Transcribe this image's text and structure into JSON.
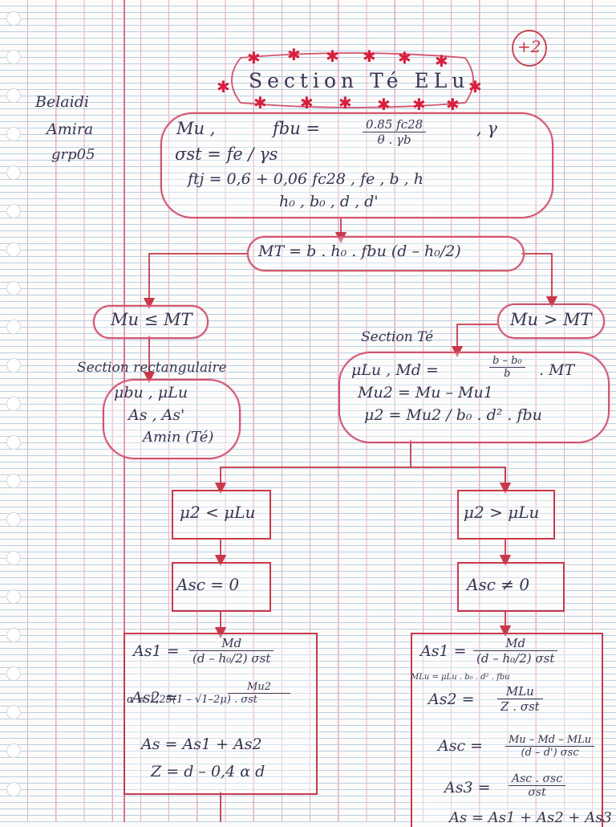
{
  "colors": {
    "ink": "#3a3550",
    "red": "#c8384a",
    "cloud": "#d2546e"
  },
  "author": {
    "line1": "Belaidi",
    "line2": "Amira",
    "line3": "grp05"
  },
  "corner_mark": "+2",
  "title": "Section Té ELu",
  "inputs": {
    "mu": "Mu ,",
    "fbu_lhs": "fbu =",
    "fbu_num": "0.85 fc28",
    "fbu_den": "θ . γb",
    "gamma": ", γ",
    "sigma": "σst = fe / γs",
    "ftj": "ftj = 0,6 + 0,06 fc28 , fe , b , h",
    "dims": "h₀ , b₀ , d , d'"
  },
  "mt": "MT = b . h₀ . fbu (d – h₀/2)",
  "left": {
    "condition": "Mu ≤ MT",
    "label": "Section rectangulaire",
    "lines": [
      "μbu , μLu",
      "As , As'",
      "Amin (Té)"
    ]
  },
  "right": {
    "label": "Section Té",
    "condition": "Mu > MT",
    "line1a": "μLu , Md =",
    "line1_num": "b – b₀",
    "line1_den": "b",
    "line1b": ". MT",
    "line2": "Mu2 = Mu – Mu1",
    "line3": "μ2 = Mu2 / b₀ . d² . fbu"
  },
  "branch_left": {
    "condition": "μ2 < μLu",
    "asc": "Asc = 0",
    "as1_lhs": "As1 =",
    "as1_num": "Md",
    "as1_den": "(d – h₀/2) σst",
    "as2_lhs": "As2 =",
    "as2_num": "Mu2",
    "as2_den": "α = 1,25(1 – √1–2μ) . σst",
    "as_sum": "As = As1 + As2",
    "z": "Z = d – 0,4 α d"
  },
  "branch_right": {
    "condition": "μ2 > μLu",
    "asc": "Asc ≠ 0",
    "as1_lhs": "As1 =",
    "as1_num": "Md",
    "as1_den": "(d – h₀/2) σst",
    "mlu_note": "MLu = μLu . b₀ . d² . fbu",
    "as2_lhs": "As2 =",
    "as2_num": "MLu",
    "as2_den": "Z . σst",
    "asc_lhs": "Asc =",
    "asc_num": "Mu – Md – MLu",
    "asc_den": "(d – d') σsc",
    "as3_lhs": "As3 =",
    "as3_num": "Asc . σsc",
    "as3_den": "σst",
    "bottom": "As = As1 + As2 + As3"
  }
}
